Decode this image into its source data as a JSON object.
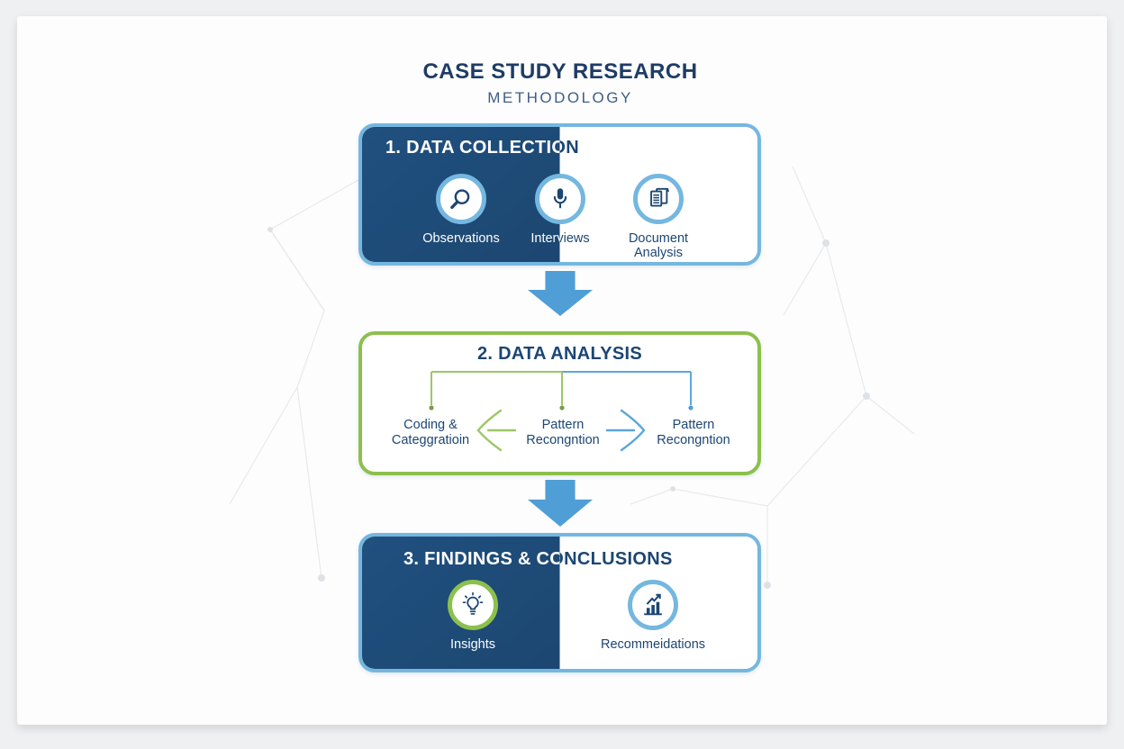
{
  "header": {
    "title": "CASE STUDY RESEARCH",
    "subtitle": "METHODOLOGY"
  },
  "stages": [
    {
      "title": "1. DATA COLLECTION",
      "items": [
        {
          "label": "Observations",
          "icon": "magnifier-icon",
          "ring_color": "#74b7e0"
        },
        {
          "label": "Interviews",
          "icon": "microphone-icon",
          "ring_color": "#74b7e0"
        },
        {
          "label": "Document Analysis",
          "icon": "document-icon",
          "ring_color": "#74b7e0"
        }
      ]
    },
    {
      "title": "2. DATA ANALYSIS",
      "items": [
        {
          "label_line1": "Coding &",
          "label_line2": "Categgratioin"
        },
        {
          "label_line1": "Pattern",
          "label_line2": "Recongntion"
        },
        {
          "label_line1": "Pattern",
          "label_line2": "Recongntion"
        }
      ],
      "connector": {
        "left_branch_color": "#9cc766",
        "right_branch_color": "#5aa7dc"
      }
    },
    {
      "title": "3. FINDINGS & CONCLUSIONS",
      "items": [
        {
          "label": "Insights",
          "icon": "lightbulb-icon",
          "ring_color": "#8cc04d"
        },
        {
          "label": "Recommeidations",
          "icon": "bar-chart-arrow-icon",
          "ring_color": "#74b7e0"
        }
      ]
    }
  ],
  "colors": {
    "navy_panel": "#1c4673",
    "box_border_blue": "#74b7e0",
    "box_border_green": "#8cc04d",
    "flow_arrow_blue": "#4f9ed6",
    "title_text": "#1e3c64",
    "subtitle_text": "#3e5d85",
    "page_background": "#eef0f1",
    "card_background": "#fdfdfe"
  }
}
